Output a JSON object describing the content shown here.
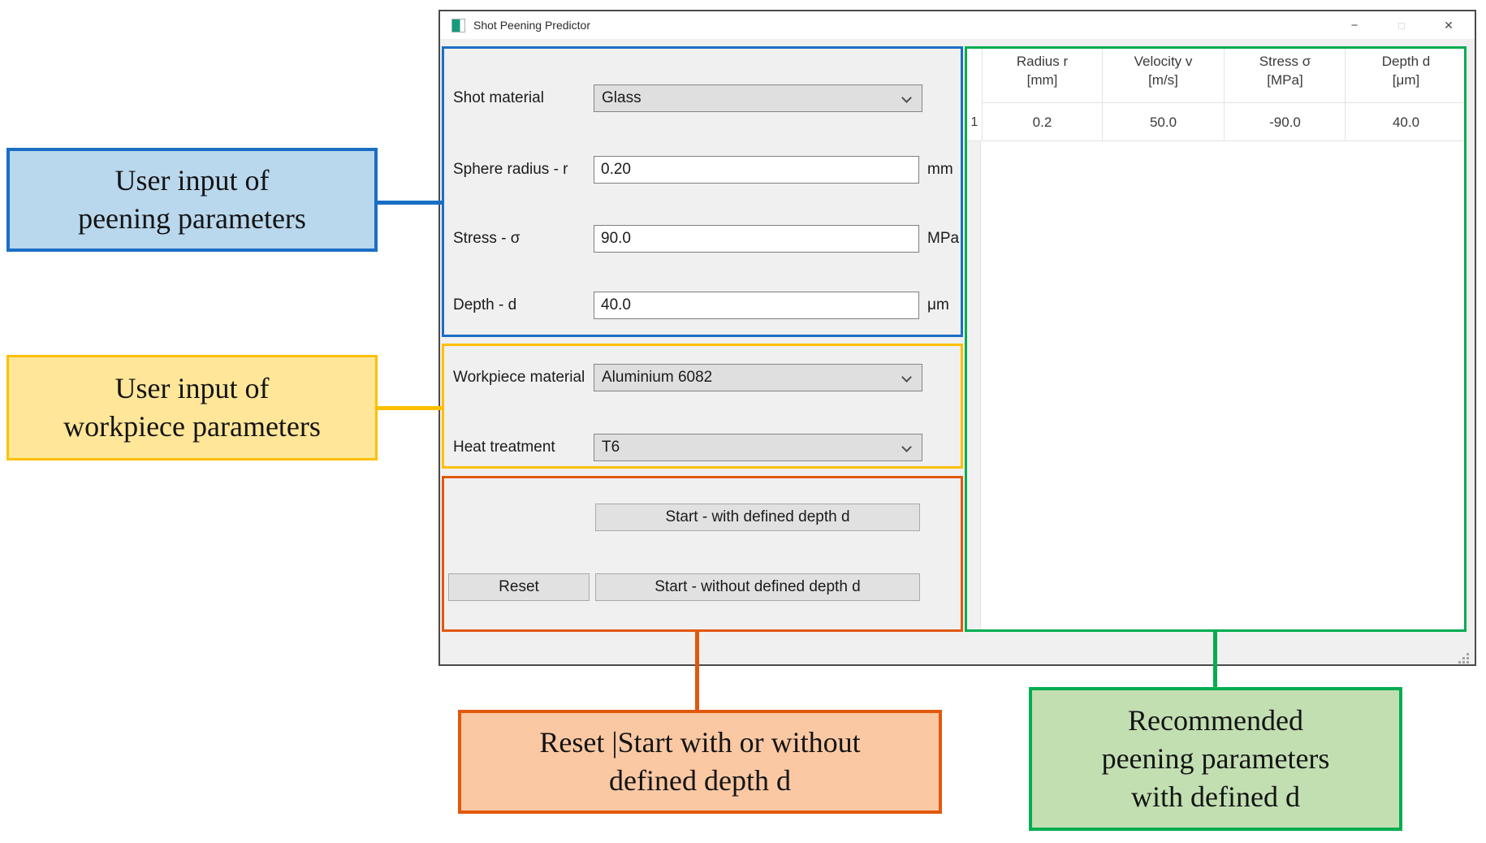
{
  "window": {
    "title": "Shot Peening Predictor",
    "controls": {
      "minimize": "−",
      "maximize": "□",
      "close": "✕"
    },
    "form": {
      "fields": [
        {
          "label": "Shot material",
          "type": "select",
          "value": "Glass",
          "unit": ""
        },
        {
          "label": "Sphere radius - r",
          "type": "input",
          "value": "0.20",
          "unit": "mm"
        },
        {
          "label": "Stress - σ",
          "type": "input",
          "value": "90.0",
          "unit": "MPa"
        },
        {
          "label": "Depth - d",
          "type": "input",
          "value": "40.0",
          "unit": "μm"
        },
        {
          "label": "Workpiece material",
          "type": "select",
          "value": "Aluminium 6082",
          "unit": ""
        },
        {
          "label": "Heat treatment",
          "type": "select",
          "value": "T6",
          "unit": ""
        }
      ],
      "buttons": {
        "start_with": "Start - with defined depth d",
        "reset": "Reset",
        "start_without": "Start - without defined depth d"
      }
    },
    "table": {
      "columns": [
        {
          "label": "Radius r",
          "unit": "[mm]"
        },
        {
          "label": "Velocity v",
          "unit": "[m/s]"
        },
        {
          "label": "Stress σ",
          "unit": "[MPa]"
        },
        {
          "label": "Depth d",
          "unit": "[μm]"
        }
      ],
      "row": {
        "index": "1",
        "values": [
          "0.2",
          "50.0",
          "-90.0",
          "40.0"
        ]
      }
    }
  },
  "annotations": {
    "peening": {
      "lines": [
        "User input of",
        "peening parameters"
      ]
    },
    "workpiece": {
      "lines": [
        "User input of",
        "workpiece parameters"
      ]
    },
    "reset_start": {
      "lines": [
        "Reset |Start with or without",
        "defined depth d"
      ]
    },
    "recommended": {
      "lines": [
        "Recommended",
        "peening parameters",
        "with defined d"
      ]
    }
  },
  "colors": {
    "blue_border": "#1a6fc4",
    "blue_fill": "#b9d7ed",
    "yellow_border": "#febf00",
    "yellow_fill": "#ffe699",
    "orange_border": "#e1580d",
    "orange_fill": "#fac8a3",
    "green_border": "#00ad51",
    "green_fill": "#c2dfb2"
  }
}
